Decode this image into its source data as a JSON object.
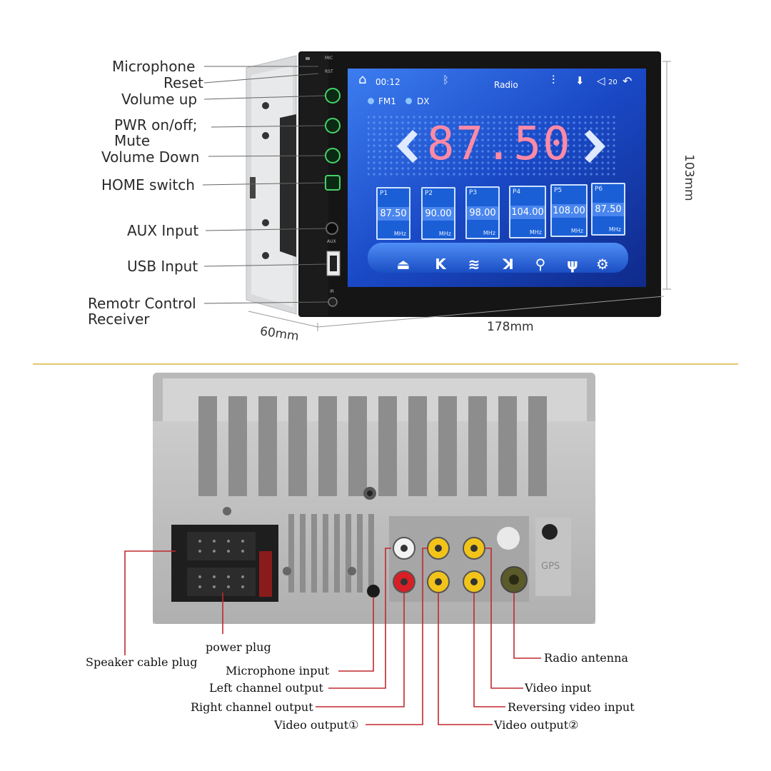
{
  "front_labels": {
    "microphone": "Microphone",
    "reset": "Reset",
    "volume_up": "Volume up",
    "pwr_line1": "PWR on/off;",
    "pwr_line2": "Mute",
    "volume_down": "Volume Down",
    "home_switch": "HOME switch",
    "aux_input": "AUX Input",
    "usb_input": "USB Input",
    "remote_line1": "Remotr Control",
    "remote_line2": "Receiver"
  },
  "dimensions": {
    "height": "103mm",
    "width": "178mm",
    "depth": "60mm"
  },
  "screen": {
    "time": "00:12",
    "mode_title": "Radio",
    "band": "FM1",
    "dx": "DX",
    "frequency": "87.50",
    "volume": "20",
    "presets": [
      {
        "name": "P1",
        "freq": "87.50",
        "unit": "MHz"
      },
      {
        "name": "P2",
        "freq": "90.00",
        "unit": "MHz"
      },
      {
        "name": "P3",
        "freq": "98.00",
        "unit": "MHz"
      },
      {
        "name": "P4",
        "freq": "104.00",
        "unit": "MHz"
      },
      {
        "name": "P5",
        "freq": "108.00",
        "unit": "MHz"
      },
      {
        "name": "P6",
        "freq": "87.50",
        "unit": "MHz"
      }
    ],
    "icons": [
      "home-icon",
      "bluetooth-icon",
      "equalizer-icon",
      "download-icon",
      "volume-icon",
      "back-icon"
    ],
    "dock_icons": [
      "eject-icon",
      "prev-icon",
      "wifi-icon",
      "next-icon",
      "search-icon",
      "antenna-icon",
      "settings-icon"
    ]
  },
  "panel_marks": {
    "mic": "MIC",
    "rst": "RST",
    "aux": "AUX",
    "ir": "IR"
  },
  "back_labels": {
    "speaker_cable_plug": "Speaker cable plug",
    "power_plug": "power plug",
    "microphone_input": "Microphone input",
    "left_channel_output": "Left channel output",
    "right_channel_output": "Right channel output",
    "video_output_1": "Video output①",
    "radio_antenna": "Radio antenna",
    "video_input": "Video input",
    "reversing_video_input": "Reversing video input",
    "video_output_2": "Video output②",
    "gps": "GPS"
  },
  "colors": {
    "divider": "#e3c870",
    "leader_red": "#c0282e",
    "leader_gray": "#555555",
    "screen_blue": "#1d4fc9",
    "button_green": "#45d36a",
    "rca_yellow": "#f2c41a",
    "rca_red": "#d81f26",
    "rca_white": "#f2f2f2"
  }
}
